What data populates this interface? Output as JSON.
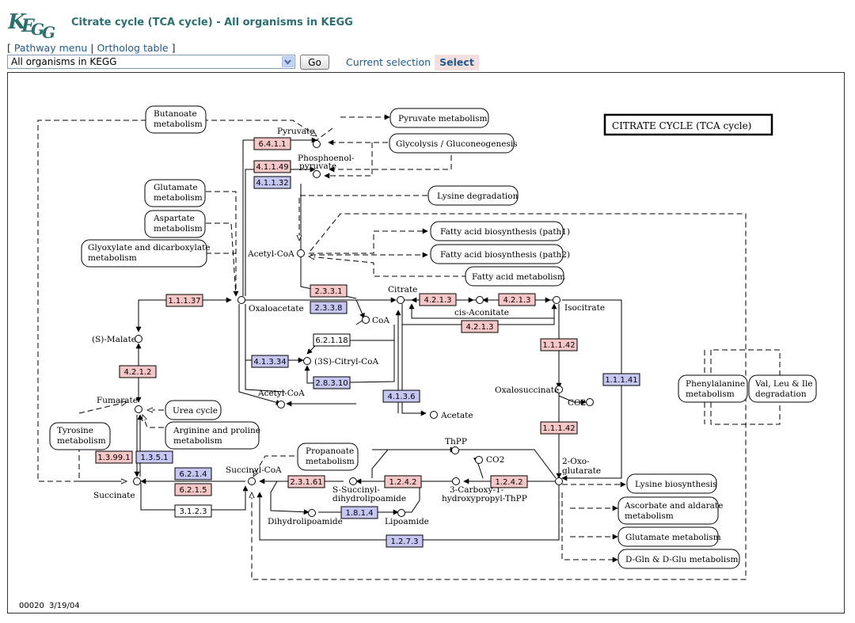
{
  "header": {
    "logo_text": "KEGG",
    "title": "Citrate cycle (TCA cycle) - All organisms in KEGG"
  },
  "links": {
    "pathway_menu": "Pathway menu",
    "ortholog_table": "Ortholog table"
  },
  "organism_select": {
    "value": "All organisms in KEGG"
  },
  "go_label": "Go",
  "current_selection_label": "Current selection",
  "select_tab_label": "Select",
  "map": {
    "title": "CITRATE CYCLE (TCA cycle)",
    "footer_id": "00020",
    "footer_date": "3/19/04",
    "colors": {
      "ec_red": "#f7c6c6",
      "ec_blue": "#c6c6f5",
      "ec_white": "#ffffff"
    },
    "pathways": [
      "Butanoate metabolism",
      "Pyruvate metabolism",
      "Glycolysis / Gluconeogenesis",
      "Glutamate metabolism",
      "Lysine degradation",
      "Aspartate metabolism",
      "Fatty acid biosynthesis (path1)",
      "Glyoxylate and dicarboxylate metabolism",
      "Fatty acid biosynthesis (path2)",
      "Fatty acid metabolism",
      "Urea cycle",
      "Arginine and proline metabolism",
      "Tyrosine metabolism",
      "Propanoate metabolism",
      "Phenylalanine metabolism",
      "Val, Leu & Ile degradation",
      "Lysine biosynthesis",
      "Ascorbate and aldarate metabolism",
      "Glutamate metabolism",
      "D-Gln & D-Glu metabolism"
    ],
    "compounds": [
      "Pyruvate",
      "Phosphoenol-",
      "pyruvate",
      "Acetyl-CoA",
      "Citrate",
      "Oxaloacetate",
      "CoA",
      "cis-Aconitate",
      "Isocitrate",
      "(S)-Malate",
      "(3S)-Citryl-CoA",
      "Acetyl-CoA",
      "Oxalosuccinate",
      "CO2",
      "Fumarate",
      "Acetate",
      "ThPP",
      "CO2",
      "2-Oxo-",
      "glutarate",
      "Succinate",
      "Succinyl-CoA",
      "S-Succinyl-",
      "dihydrolipoamide",
      "3-Carboxy-1-",
      "hydroxypropyl-ThPP",
      "Dihydrolipoamide",
      "Lipoamide"
    ],
    "enzymes": [
      {
        "ec": "6.4.1.1",
        "color": "red"
      },
      {
        "ec": "4.1.1.49",
        "color": "red"
      },
      {
        "ec": "4.1.1.32",
        "color": "blue"
      },
      {
        "ec": "2.3.3.1",
        "color": "red"
      },
      {
        "ec": "2.3.3.8",
        "color": "blue"
      },
      {
        "ec": "1.1.1.37",
        "color": "red"
      },
      {
        "ec": "4.2.1.3",
        "color": "red"
      },
      {
        "ec": "4.2.1.3",
        "color": "red"
      },
      {
        "ec": "4.2.1.3",
        "color": "red"
      },
      {
        "ec": "6.2.1.18",
        "color": "white"
      },
      {
        "ec": "4.1.3.34",
        "color": "blue"
      },
      {
        "ec": "2.8.3.10",
        "color": "blue"
      },
      {
        "ec": "4.1.3.6",
        "color": "blue"
      },
      {
        "ec": "1.1.1.42",
        "color": "red"
      },
      {
        "ec": "1.1.1.41",
        "color": "blue"
      },
      {
        "ec": "1.1.1.42",
        "color": "red"
      },
      {
        "ec": "4.2.1.2",
        "color": "red"
      },
      {
        "ec": "1.3.99.1",
        "color": "red"
      },
      {
        "ec": "1.3.5.1",
        "color": "blue"
      },
      {
        "ec": "6.2.1.4",
        "color": "blue"
      },
      {
        "ec": "6.2.1.5",
        "color": "red"
      },
      {
        "ec": "3.1.2.3",
        "color": "white"
      },
      {
        "ec": "2.3.1.61",
        "color": "red"
      },
      {
        "ec": "1.2.4.2",
        "color": "red"
      },
      {
        "ec": "1.2.4.2",
        "color": "red"
      },
      {
        "ec": "1.8.1.4",
        "color": "blue"
      },
      {
        "ec": "1.2.7.3",
        "color": "blue"
      }
    ]
  }
}
